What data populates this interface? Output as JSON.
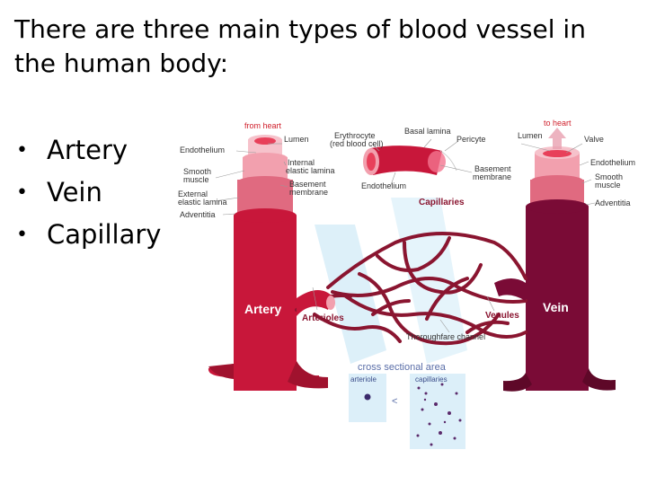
{
  "title": {
    "line1": "There are three main types of blood vessel in",
    "line2": "the human body:"
  },
  "bullets": [
    "Artery",
    "Vein",
    "Capillary"
  ],
  "bullet_glyph": "•",
  "figure": {
    "artery_labels": {
      "from_heart": "from heart",
      "endothelium": "Endothelium",
      "smooth_muscle_1": "Smooth",
      "smooth_muscle_2": "muscle",
      "external_elastic_1": "External",
      "external_elastic_2": "elastic lamina",
      "adventitia": "Adventitia",
      "lumen": "Lumen",
      "internal_elastic_1": "Internal",
      "internal_elastic_2": "elastic lamina",
      "basement_1": "Basement",
      "basement_2": "membrane",
      "name": "Artery"
    },
    "capillary_labels": {
      "erythrocyte_1": "Erythrocyte",
      "erythrocyte_2": "(red blood cell)",
      "basal_lamina": "Basal lamina",
      "pericyte": "Pericyte",
      "endothelium": "Endothelium",
      "basement_1": "Basement",
      "basement_2": "membrane",
      "capillaries": "Capillaries",
      "arterioles": "Arterioles",
      "venules": "Venules",
      "thoroughfare": "Thoroughfare channel"
    },
    "vein_labels": {
      "to_heart": "to heart",
      "lumen": "Lumen",
      "valve": "Valve",
      "endothelium": "Endothelium",
      "smooth_muscle_1": "Smooth",
      "smooth_muscle_2": "muscle",
      "adventitia": "Adventitia",
      "name": "Vein"
    },
    "cross_section": {
      "title": "cross sectional area",
      "arteriole": "arteriole",
      "capillaries": "capillaries",
      "comparison": "<"
    },
    "colors": {
      "artery": "#c8173a",
      "artery_dark": "#a0122e",
      "vein": "#7a0b36",
      "vein_dark": "#5e0828",
      "tunica_inner": "#f2a0ae",
      "lumen": "#e8405a",
      "panel": "#d4ecf8",
      "text_red": "#d0202c"
    }
  }
}
